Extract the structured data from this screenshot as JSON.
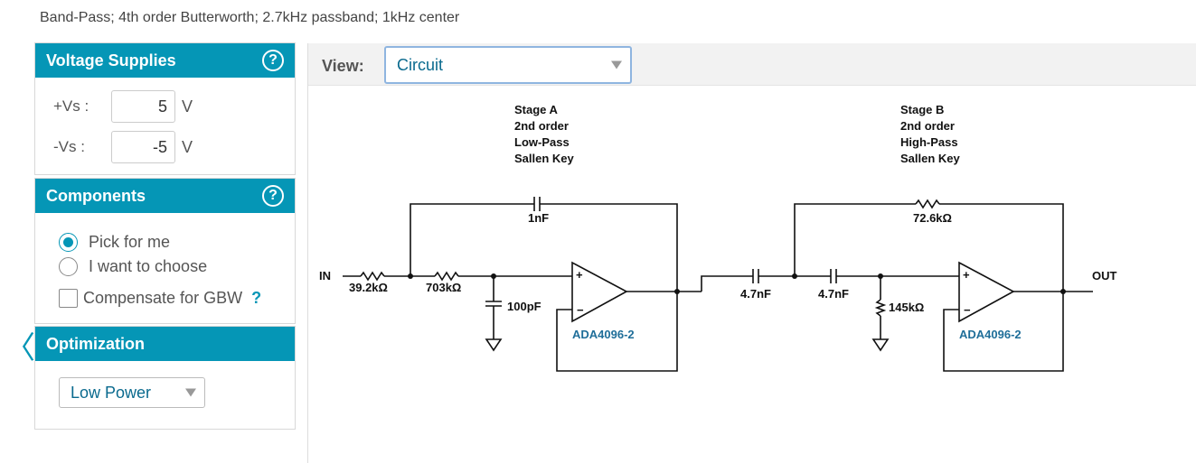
{
  "subtitle": "Band-Pass; 4th order Butterworth; 2.7kHz passband; 1kHz center",
  "voltage": {
    "title": "Voltage Supplies",
    "help": "?",
    "pos_label": "+Vs :",
    "pos_value": "5",
    "neg_label": "-Vs :",
    "neg_value": "-5",
    "unit": "V"
  },
  "components": {
    "title": "Components",
    "help": "?",
    "option_pick": "Pick for me",
    "option_choose": "I want to choose",
    "compensate": "Compensate for GBW",
    "compensate_help": "?",
    "selected": "Pick for me"
  },
  "optimization": {
    "title": "Optimization",
    "value": "Low Power"
  },
  "nav": {
    "back_icon": "chevron-left-icon",
    "back_glyph": "〈"
  },
  "view": {
    "label": "View:",
    "value": "Circuit"
  },
  "circuit": {
    "stageA": [
      "Stage A",
      "2nd order",
      "Low-Pass",
      "Sallen Key"
    ],
    "stageB": [
      "Stage B",
      "2nd order",
      "High-Pass",
      "Sallen Key"
    ],
    "in": "IN",
    "out": "OUT",
    "r1": "39.2kΩ",
    "r2": "703kΩ",
    "c_fb_a": "1nF",
    "c_gnd_a": "100pF",
    "opamp_a": "ADA4096-2",
    "c1_b": "4.7nF",
    "c2_b": "4.7nF",
    "r_fb_b": "72.6kΩ",
    "r_gnd_b": "145kΩ",
    "opamp_b": "ADA4096-2",
    "plus": "+",
    "minus": "−"
  },
  "colors": {
    "accent": "#0596b6",
    "link": "#1f6e99"
  }
}
